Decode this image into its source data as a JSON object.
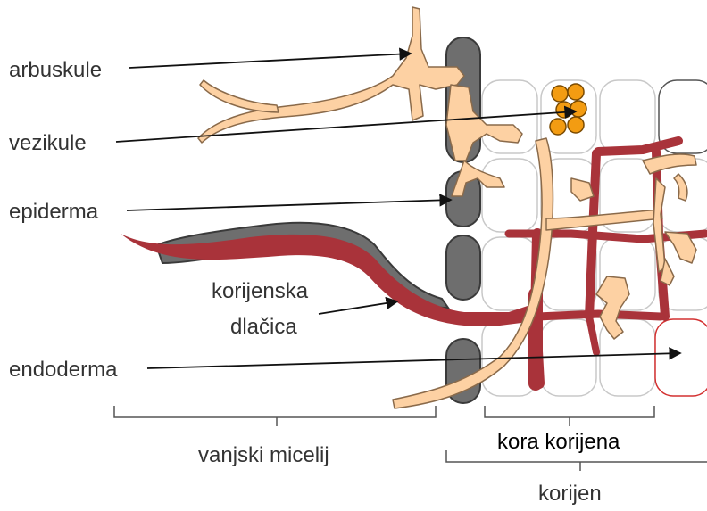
{
  "labels": {
    "arbuskule": "arbuskule",
    "vezikule": "vezikule",
    "epiderma": "epiderma",
    "korijenska_line1": "korijenska",
    "korijenska_line2": "dlačica",
    "endoderma": "endoderma",
    "vanjski_micelij": "vanjski micelij",
    "kora_korijena": "kora korijena",
    "korijen": "korijen"
  },
  "colors": {
    "hypha": "#fdd1a3",
    "hypha_stroke": "#8a6a4a",
    "epidermis": "#6e6e6e",
    "epidermis_stroke": "#3a3a3a",
    "root_hair": "#a9333a",
    "vesicle": "#f39c12",
    "cell_stroke": "#c8c8c8",
    "endodermis_stroke": "#d33030"
  }
}
